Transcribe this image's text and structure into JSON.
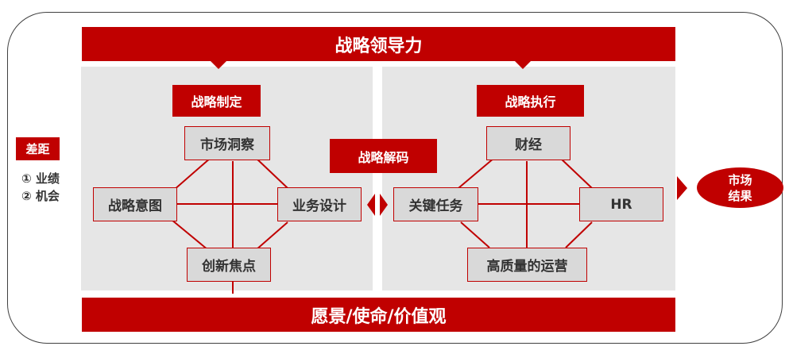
{
  "top_banner": "战略领导力",
  "bottom_banner": "愿景/使命/价值观",
  "left_panel": {
    "title": "战略制定",
    "top": "市场洞察",
    "left": "战略意图",
    "right": "业务设计",
    "bottom": "创新焦点"
  },
  "middle": {
    "label": "战略解码"
  },
  "right_panel": {
    "title": "战略执行",
    "top": "财经",
    "left": "关键任务",
    "right": "HR",
    "bottom": "高质量的运营"
  },
  "gap": {
    "label": "差距",
    "items": [
      "① 业绩",
      "② 机会"
    ]
  },
  "result": {
    "line1": "市场",
    "line2": "结果"
  },
  "colors": {
    "accent": "#c00000",
    "panel": "#e6e6e6",
    "node": "#d9d9d9"
  }
}
